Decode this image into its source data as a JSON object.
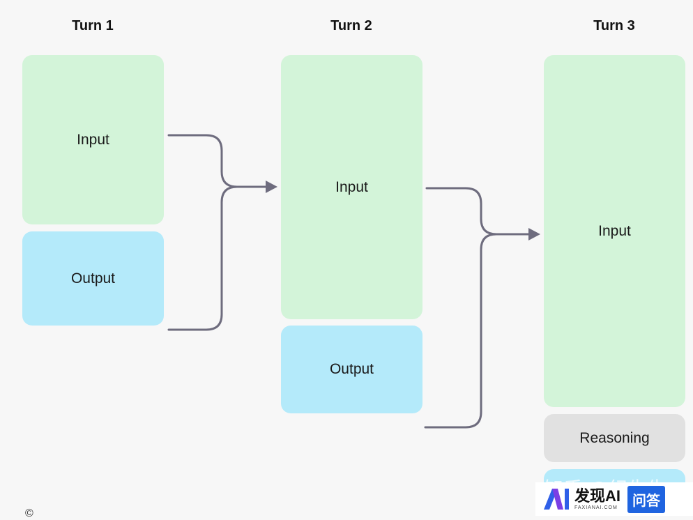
{
  "turns": [
    {
      "title": "Turn 1",
      "blocks": {
        "input": "Input",
        "output": "Output"
      }
    },
    {
      "title": "Turn 2",
      "blocks": {
        "input": "Input",
        "output": "Output"
      }
    },
    {
      "title": "Turn 3",
      "blocks": {
        "input": "Input",
        "reasoning": "Reasoning"
      }
    }
  ],
  "colors": {
    "input_fill": "#d3f4d9",
    "output_fill": "#b4eafa",
    "reasoning_fill": "#e1e1e1",
    "connector": "#6e6c7e",
    "background": "#f7f7f7"
  },
  "watermark": {
    "faint_text": "知乎 @纪先生",
    "brand": "发现AI",
    "brand_sub": "FAXIANAI.COM",
    "badge": "问答",
    "logo_icon": "ai-logo-icon"
  },
  "corner_glyph": "©"
}
